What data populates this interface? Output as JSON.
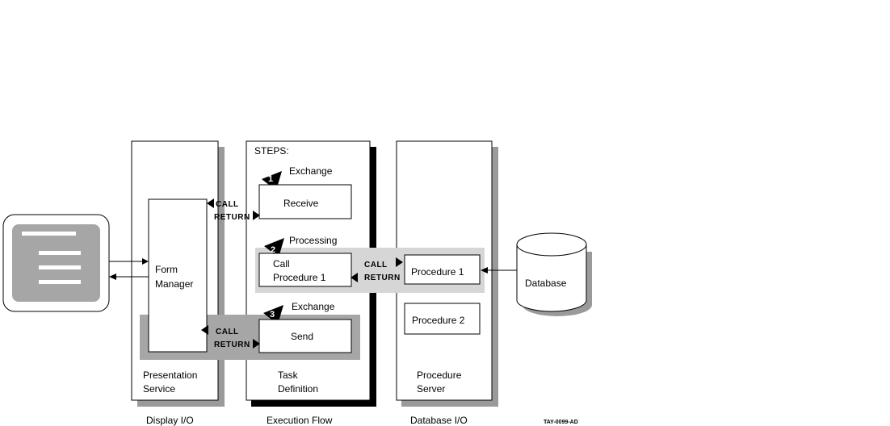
{
  "columns": {
    "presentation": {
      "line1": "Presentation",
      "line2": "Service",
      "footer": "Display I/O"
    },
    "task": {
      "line1": "Task",
      "line2": "Definition",
      "footer": "Execution Flow",
      "steps_label": "STEPS:"
    },
    "server": {
      "line1": "Procedure",
      "line2": "Server",
      "footer": "Database I/O"
    }
  },
  "form_manager": {
    "line1": "Form",
    "line2": "Manager"
  },
  "steps": [
    {
      "number": "1",
      "label": "Exchange",
      "box": "Receive"
    },
    {
      "number": "2",
      "label": "Processing",
      "box_line1": "Call",
      "box_line2": "Procedure 1"
    },
    {
      "number": "3",
      "label": "Exchange",
      "box": "Send"
    }
  ],
  "call_label": "CALL",
  "return_label": "RETURN",
  "procedures": {
    "p1": "Procedure 1",
    "p2": "Procedure 2"
  },
  "database": "Database",
  "figure_id": "TAY-0099-AD",
  "colors": {
    "shadow": "#999999",
    "dark_gray": "#a6a6a6",
    "light_gray": "#d6d6d6",
    "terminal": "#a6a6a6"
  }
}
